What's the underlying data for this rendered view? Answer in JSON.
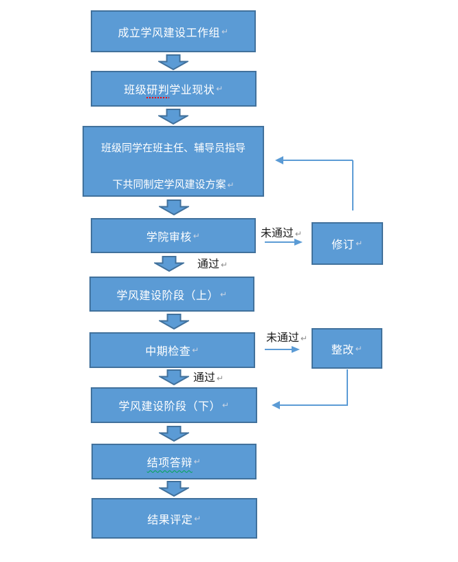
{
  "colors": {
    "background": "#ffffff",
    "box_fill": "#5b9bd5",
    "box_border": "#41719c",
    "box_text": "#ffffff",
    "connector": "#5b9bd5",
    "label_text": "#1a1a1a",
    "box_return_mark": "#c9d4e4",
    "label_return_mark": "#8c8c8c",
    "spellcheck_underline": "#ff0000",
    "grammar_underline": "#00a650"
  },
  "return_mark": "↵",
  "steps": {
    "establish": "成立学风建设工作组",
    "assess_prefix": "班级",
    "assess_marked": "研判",
    "assess_suffix": "学业现状",
    "plan_line1": "班级同学在班主任、辅导员指导",
    "plan_line2": "下共同制定学风建设方案",
    "review": "学院审核",
    "revise": "修订",
    "phase_upper": "学风建设阶段（上）",
    "midterm": "中期检查",
    "rectify": "整改",
    "phase_lower": "学风建设阶段（下）",
    "defense": "结项答辩",
    "evaluation": "结果评定"
  },
  "labels": {
    "review_fail": "未通过",
    "review_pass": "通过",
    "midterm_fail": "未通过",
    "midterm_pass": "通过"
  },
  "edges": [
    {
      "from": "成立学风建设工作组",
      "to": "班级研判学业现状",
      "label": ""
    },
    {
      "from": "班级研判学业现状",
      "to": "班级同学在班主任、辅导员指导下共同制定学风建设方案",
      "label": ""
    },
    {
      "from": "班级同学在班主任、辅导员指导下共同制定学风建设方案",
      "to": "学院审核",
      "label": ""
    },
    {
      "from": "学院审核",
      "to": "修订",
      "label": "未通过"
    },
    {
      "from": "修订",
      "to": "班级同学在班主任、辅导员指导下共同制定学风建设方案",
      "label": ""
    },
    {
      "from": "学院审核",
      "to": "学风建设阶段（上）",
      "label": "通过"
    },
    {
      "from": "学风建设阶段（上）",
      "to": "中期检查",
      "label": ""
    },
    {
      "from": "中期检查",
      "to": "整改",
      "label": "未通过"
    },
    {
      "from": "整改",
      "to": "学风建设阶段（下）",
      "label": ""
    },
    {
      "from": "中期检查",
      "to": "学风建设阶段（下）",
      "label": "通过"
    },
    {
      "from": "学风建设阶段（下）",
      "to": "结项答辩",
      "label": ""
    },
    {
      "from": "结项答辩",
      "to": "结果评定",
      "label": ""
    }
  ]
}
